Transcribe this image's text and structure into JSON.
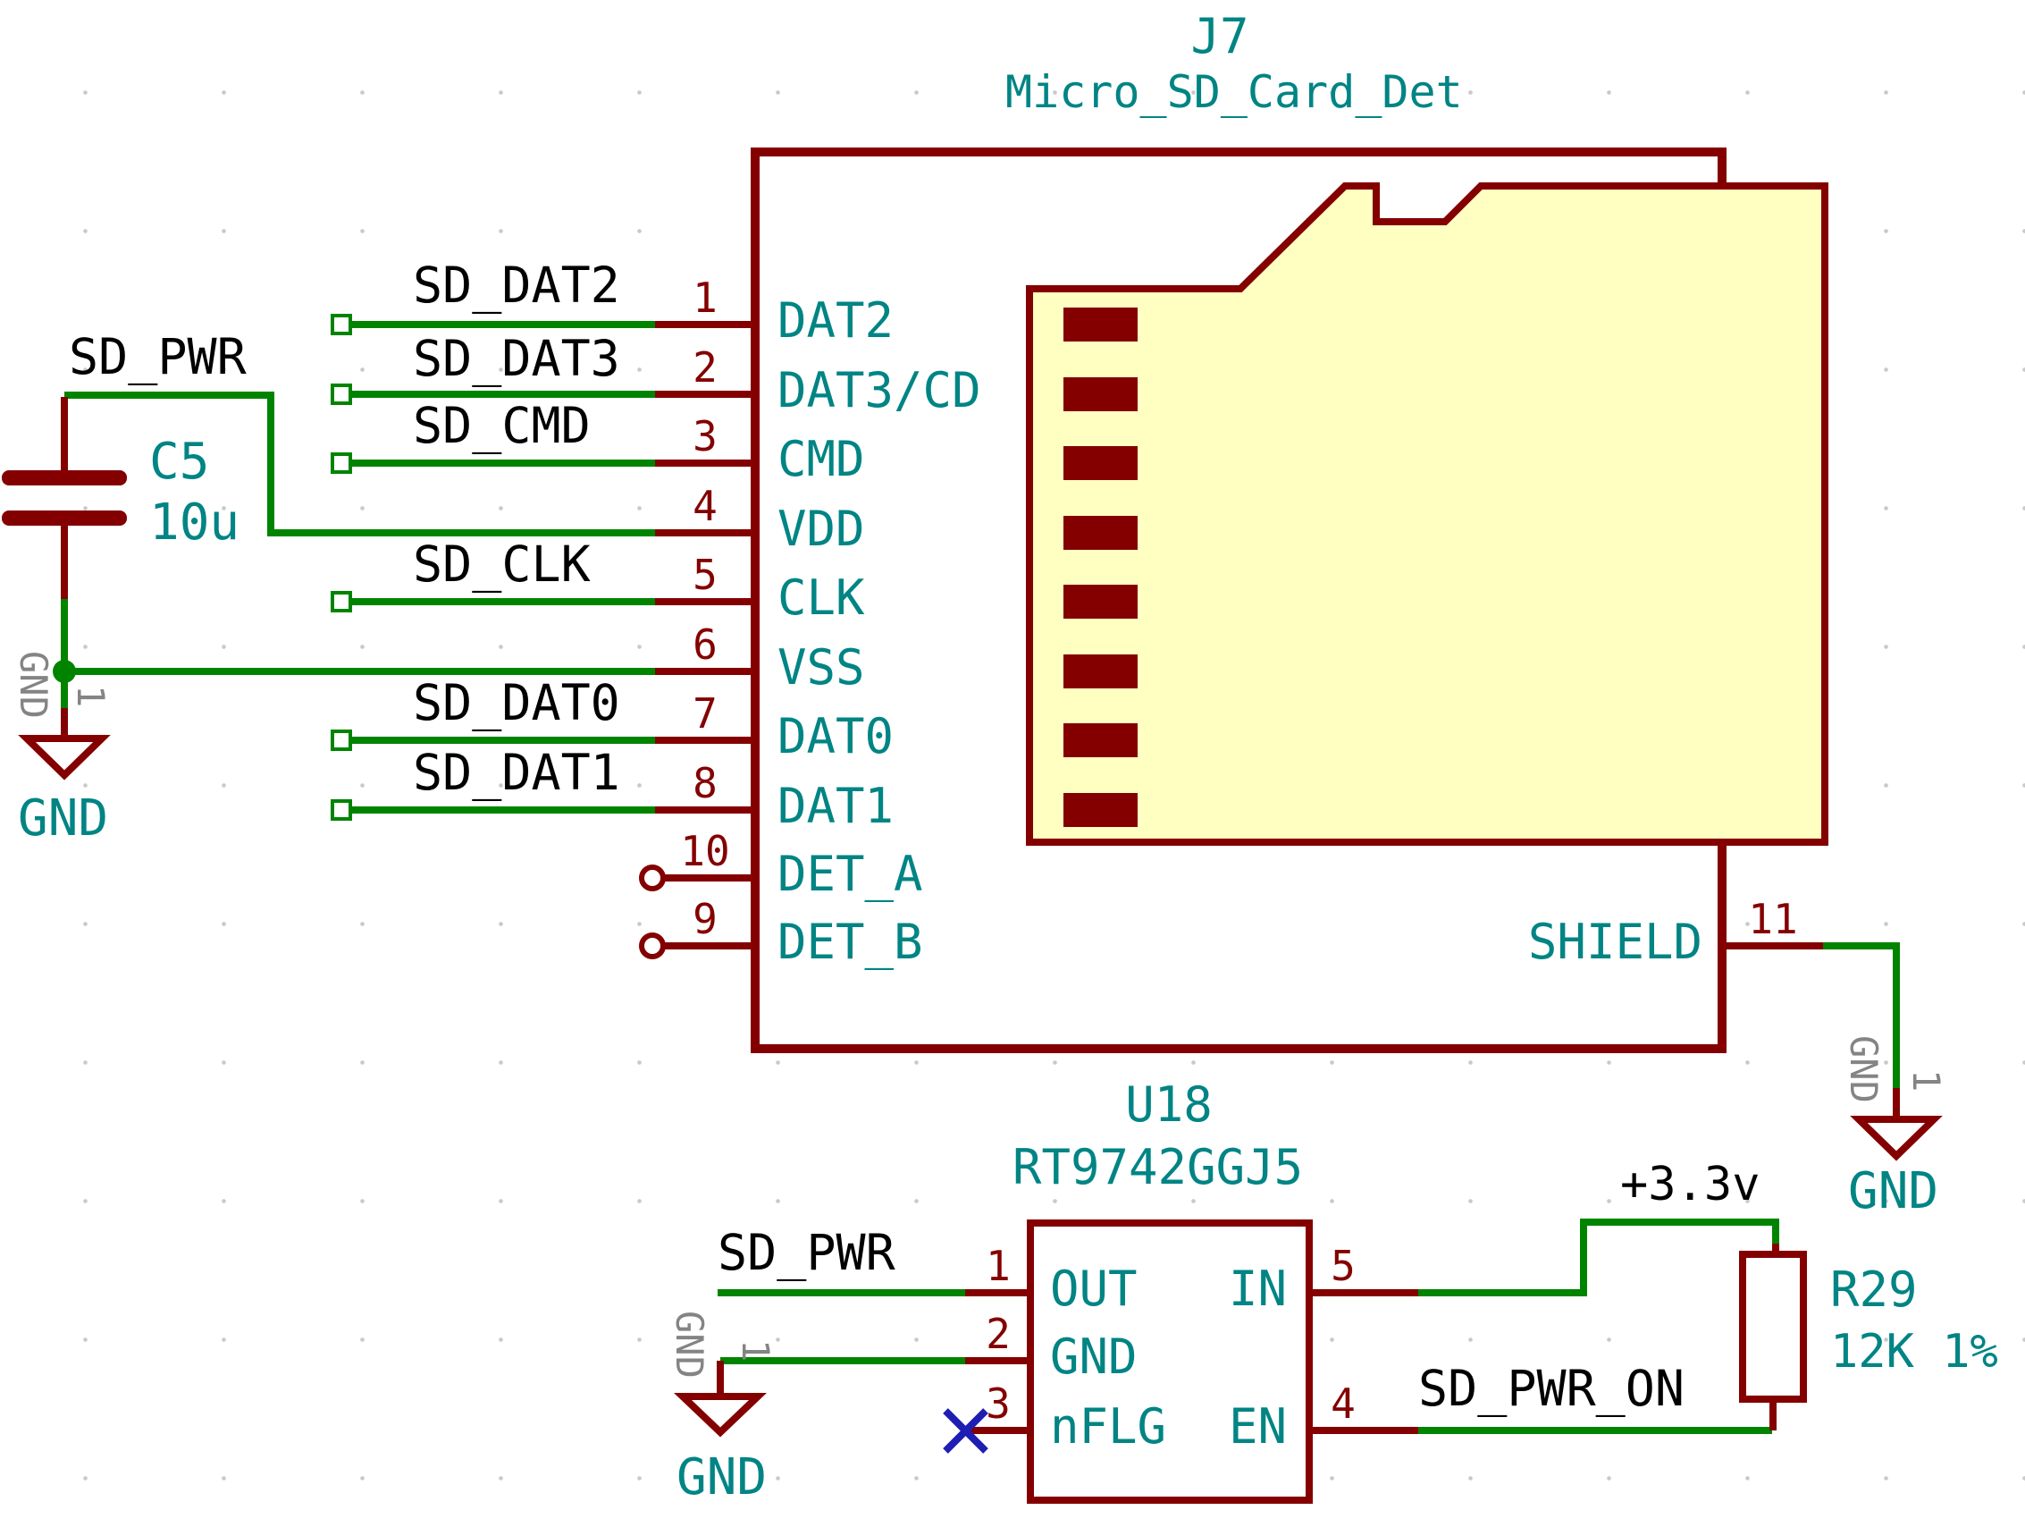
{
  "connector": {
    "ref": "J7",
    "value": "Micro_SD_Card_Det",
    "pins_left": [
      {
        "num": "1",
        "name": "DAT2"
      },
      {
        "num": "2",
        "name": "DAT3/CD"
      },
      {
        "num": "3",
        "name": "CMD"
      },
      {
        "num": "4",
        "name": "VDD"
      },
      {
        "num": "5",
        "name": "CLK"
      },
      {
        "num": "6",
        "name": "VSS"
      },
      {
        "num": "7",
        "name": "DAT0"
      },
      {
        "num": "8",
        "name": "DAT1"
      },
      {
        "num": "10",
        "name": "DET_A"
      },
      {
        "num": "9",
        "name": "DET_B"
      }
    ],
    "shield_pin": {
      "num": "11",
      "name": "SHIELD"
    }
  },
  "regulator": {
    "ref": "U18",
    "value": "RT9742GGJ5",
    "pins_left": [
      {
        "num": "1",
        "name": "OUT"
      },
      {
        "num": "2",
        "name": "GND"
      },
      {
        "num": "3",
        "name": "nFLG"
      }
    ],
    "pins_right": [
      {
        "num": "5",
        "name": "IN"
      },
      {
        "num": "4",
        "name": "EN"
      }
    ]
  },
  "capacitor": {
    "ref": "C5",
    "value": "10u"
  },
  "resistor": {
    "ref": "R29",
    "value": "12K 1%"
  },
  "nets": {
    "sd_dat2": "SD_DAT2",
    "sd_dat3": "SD_DAT3",
    "sd_cmd": "SD_CMD",
    "sd_clk": "SD_CLK",
    "sd_dat0": "SD_DAT0",
    "sd_dat1": "SD_DAT1",
    "sd_pwr": "SD_PWR",
    "sd_pwr_on": "SD_PWR_ON",
    "p3v3": "+3.3v",
    "gnd": "GND"
  },
  "hidden_pin": {
    "name": "GND",
    "num": "1"
  },
  "colors": {
    "wire": "#008400",
    "component": "#840000",
    "pin_name": "#008484",
    "net_label": "#000000",
    "no_connect": "#1E1EB4",
    "hidden_pin": "#848484",
    "card_fill": "#FFFFC2"
  }
}
